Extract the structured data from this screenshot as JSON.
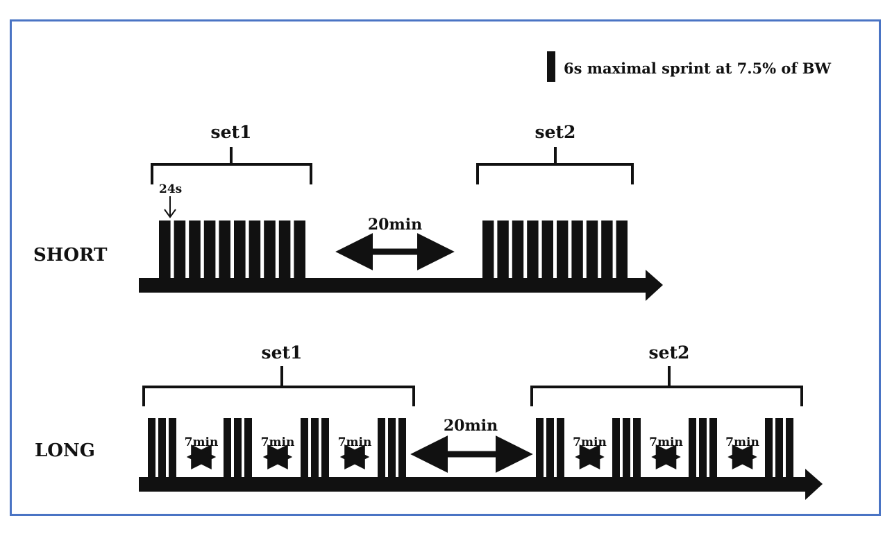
{
  "legend": {
    "label": "6s maximal sprint at 7.5% of BW"
  },
  "short": {
    "row_label": "SHORT",
    "set1_label": "set1",
    "set2_label": "set2",
    "interval_label": "24s",
    "rest_label": "20min",
    "sprints_per_set": 10
  },
  "long": {
    "row_label": "LONG",
    "set1_label": "set1",
    "set2_label": "set2",
    "rest_label": "20min",
    "block_rest_label": "7min",
    "blocks_per_set": 4,
    "sprints_per_block": 3
  },
  "colors": {
    "ink": "#111111",
    "frame": "#4a74c4"
  }
}
